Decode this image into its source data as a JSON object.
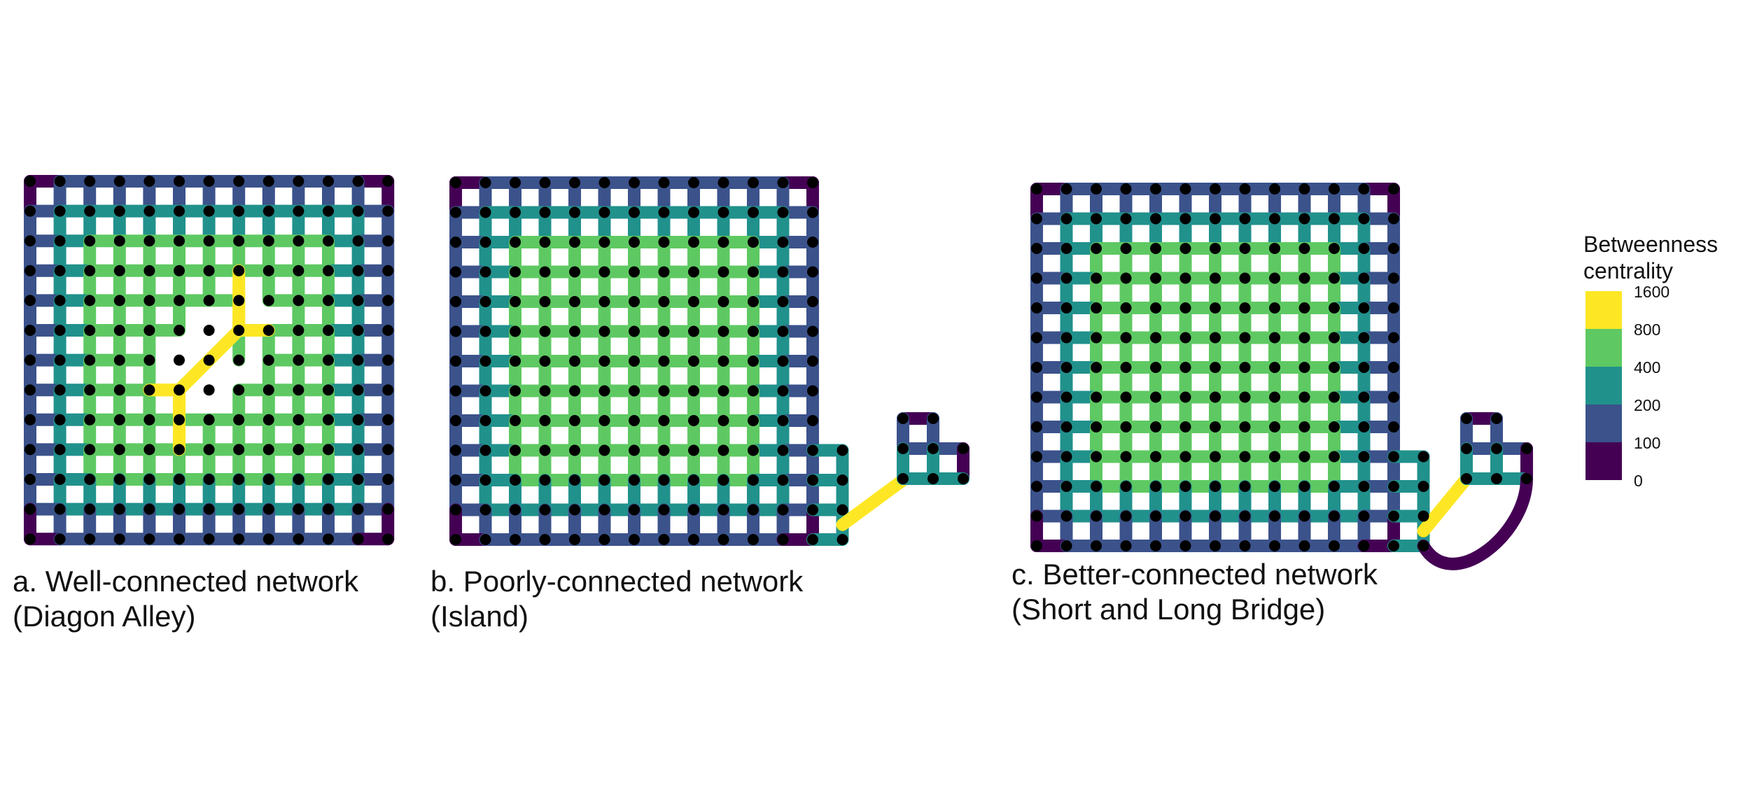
{
  "panels": [
    {
      "id": "a",
      "line1": "a. Well-connected network",
      "line2": "(Diagon Alley)"
    },
    {
      "id": "b",
      "line1": "b. Poorly-connected network",
      "line2": "(Island)"
    },
    {
      "id": "c",
      "line1": "c. Better-connected network",
      "line2": "(Short and Long Bridge)"
    }
  ],
  "legend": {
    "title_line1": "Betweenness",
    "title_line2": "centrality",
    "ticks": [
      "1600",
      "800",
      "400",
      "200",
      "100",
      "0"
    ],
    "colors": [
      "#fde725",
      "#5ec962",
      "#21918c",
      "#3b528b",
      "#440154"
    ]
  },
  "network": {
    "edge_colors": {
      "lowest": "#440154",
      "low": "#3b528b",
      "mid": "#21918c",
      "high": "#5ec962",
      "highest": "#fde725"
    },
    "node_color": "#000000",
    "main_grid_nodes": "13 x 13"
  }
}
